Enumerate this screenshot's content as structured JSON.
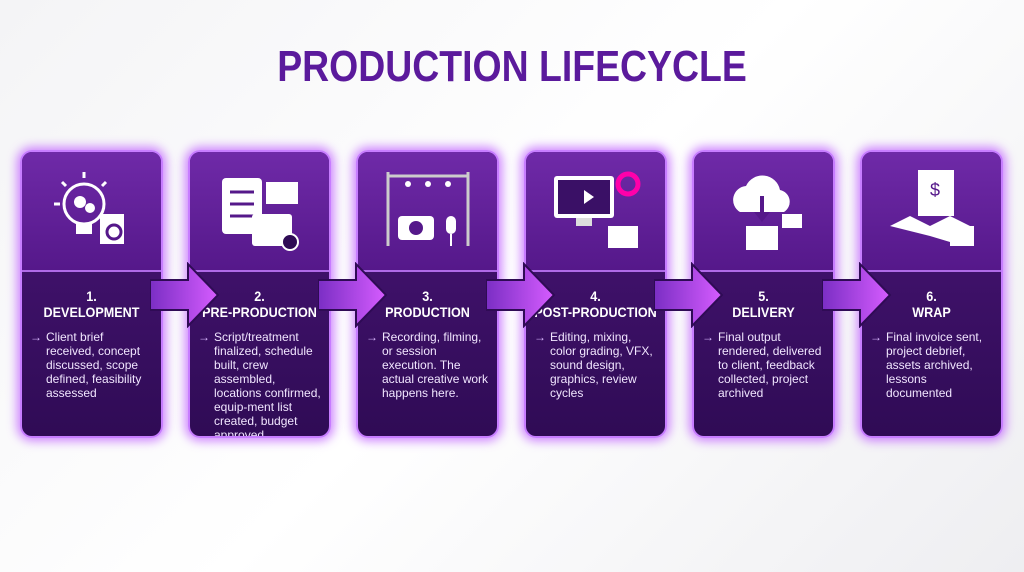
{
  "title": "PRODUCTION LIFECYCLE",
  "accent": "#5b1a9c",
  "steps": [
    {
      "number": "1.",
      "name": "DEVELOPMENT",
      "icon": "lightbulb-gears-icon",
      "description": "Client brief received, concept discussed, scope defined, feasibility assessed"
    },
    {
      "number": "2.",
      "name": "PRE-PRODUCTION",
      "icon": "checklist-calendar-icon",
      "description": "Script/treatment finalized, schedule built, crew assembled, locations confirmed, equip-ment list created, budget approved"
    },
    {
      "number": "3.",
      "name": "PRODUCTION",
      "icon": "camera-stage-icon",
      "description": "Recording, filming, or session execution. The actual creative work happens here."
    },
    {
      "number": "4.",
      "name": "POST-PRODUCTION",
      "icon": "editing-monitor-icon",
      "description": "Editing, mixing, color grading, VFX, sound design, graphics, review cycles"
    },
    {
      "number": "5.",
      "name": "DELIVERY",
      "icon": "cloud-download-gift-icon",
      "description": "Final output rendered, delivered to client, feedback collected, project archived"
    },
    {
      "number": "6.",
      "name": "WRAP",
      "icon": "invoice-handshake-icon",
      "description": "Final invoice sent, project debrief, assets archived, lessons documented"
    }
  ],
  "bullet": "→"
}
